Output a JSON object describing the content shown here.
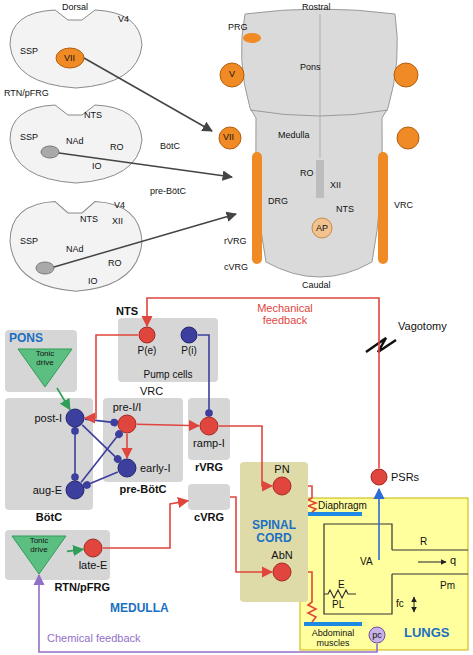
{
  "diagram": {
    "nodes": [
      {
        "text": [
          "PONS"
        ]
      },
      {
        "text": [
          "Tonic drive"
        ],
        "in": 0
      },
      {
        "text": [
          "NTS",
          "Pump cells"
        ]
      },
      {
        "text": [
          "P(e)"
        ],
        "in": 2
      },
      {
        "text": [
          "P(i)"
        ],
        "in": 2
      },
      {
        "text": [
          "BötC"
        ]
      },
      {
        "text": [
          "post-I"
        ],
        "in": 5
      },
      {
        "text": [
          "aug-E"
        ],
        "in": 5
      },
      {
        "text": [
          "pre-BötC"
        ]
      },
      {
        "text": [
          "pre-I/I"
        ],
        "in": 8
      },
      {
        "text": [
          "early-I"
        ],
        "in": 8
      },
      {
        "text": [
          "rVRG"
        ]
      },
      {
        "text": [
          "ramp-I"
        ],
        "in": 11
      },
      {
        "text": [
          "cVRG"
        ]
      },
      {
        "text": [
          "RTN/pFRG"
        ]
      },
      {
        "text": [
          "Tonic drive"
        ],
        "in": 14
      },
      {
        "text": [
          "late-E"
        ],
        "in": 14
      },
      {
        "text": [
          "SPINAL CORD"
        ]
      },
      {
        "text": [
          "PN"
        ],
        "in": 17
      },
      {
        "text": [
          "AbN"
        ],
        "in": 17
      },
      {
        "text": [
          "LUNGS"
        ]
      },
      {
        "text": [
          "PSRs"
        ]
      },
      {
        "text": [
          "pc"
        ],
        "in": 20
      }
    ],
    "edges": [
      {
        "from": 1,
        "to": 6,
        "arrow": "to"
      },
      {
        "from": 6,
        "to": 7,
        "arrow": "both"
      },
      {
        "from": 6,
        "to": 9,
        "arrow": "to"
      },
      {
        "from": 6,
        "to": 10,
        "arrow": "to"
      },
      {
        "from": 7,
        "to": 9,
        "arrow": "to"
      },
      {
        "from": 10,
        "to": 7,
        "arrow": "to"
      },
      {
        "from": 9,
        "to": 10,
        "arrow": "to"
      },
      {
        "from": 9,
        "to": 12,
        "arrow": "to"
      },
      {
        "from": 3,
        "to": 6,
        "arrow": "to"
      },
      {
        "from": 4,
        "to": 12,
        "arrow": "to"
      },
      {
        "from": 12,
        "to": 18,
        "arrow": "to"
      },
      {
        "from": 15,
        "to": 16,
        "arrow": "to"
      },
      {
        "from": 16,
        "to": 13,
        "arrow": "to"
      },
      {
        "from": 13,
        "to": 19,
        "arrow": "to"
      },
      {
        "from": 21,
        "to": 3,
        "arrow": "to",
        "label": "Mechanical feedback"
      },
      {
        "from": 22,
        "to": 15,
        "arrow": "to",
        "label": "Chemical feedback"
      }
    ],
    "labels": [
      "Dorsal",
      "V4",
      "SSP",
      "VII",
      "RTN/pFRG",
      "NTS",
      "SSP",
      "NAd",
      "RO",
      "IO",
      "BötC",
      "pre-BötC",
      "V4",
      "NTS",
      "XII",
      "SSP",
      "NAd",
      "RO",
      "IO",
      "Rostral",
      "PRG",
      "V",
      "Pons",
      "VII",
      "Medulla",
      "RO",
      "XII",
      "DRG",
      "NTS",
      "AP",
      "rVRG",
      "cVRG",
      "VRC",
      "Caudal",
      "VRC",
      "MEDULLA",
      "Vagotomy",
      "Diaphragm",
      "Abdominal muscles",
      "E",
      "PL",
      "VA",
      "R",
      "q",
      "Pm",
      "fc"
    ]
  }
}
